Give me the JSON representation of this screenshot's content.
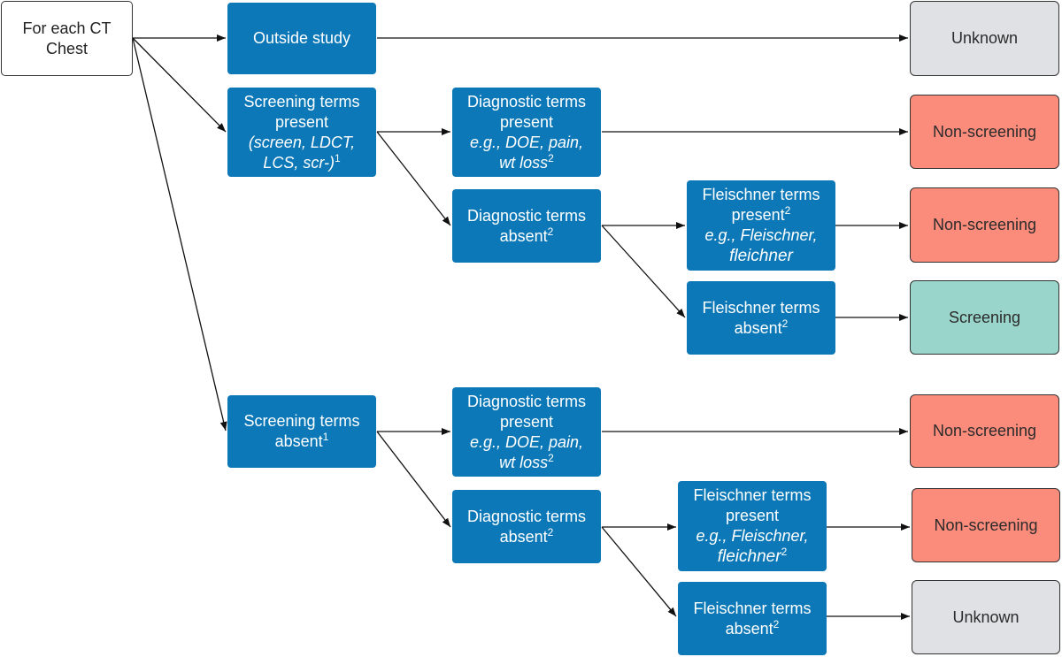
{
  "colors": {
    "process": "#0c78b7",
    "unknown": "#dfe1e4",
    "non_screening": "#fb8c7c",
    "screening": "#99d5ca"
  },
  "nodes": {
    "start": {
      "l1": "For each CT",
      "l2": "Chest"
    },
    "outside": {
      "l1": "Outside study"
    },
    "scr_present": {
      "l1": "Screening terms",
      "l2": "present",
      "l3": "(screen, LDCT,",
      "l4": "LCS, scr-)",
      "sup": "1"
    },
    "scr_absent": {
      "l1": "Screening terms",
      "l2": "absent",
      "sup": "1"
    },
    "diag_present_a": {
      "l1": "Diagnostic terms",
      "l2": "present",
      "l3": "e.g., DOE,  pain,",
      "l4": "wt loss",
      "sup": "2"
    },
    "diag_absent_a": {
      "l1": "Diagnostic terms",
      "l2": "absent",
      "sup": "2"
    },
    "fl_present_a": {
      "l1": "Fleischner terms",
      "l2": "present",
      "sup": "2",
      "l3": "e.g., Fleischner,",
      "l4": "fleichner"
    },
    "fl_absent_a": {
      "l1": "Fleischner terms",
      "l2": "absent",
      "sup": "2"
    },
    "diag_present_b": {
      "l1": "Diagnostic terms",
      "l2": "present",
      "l3": "e.g., DOE,  pain,",
      "l4": "wt loss",
      "sup": "2"
    },
    "diag_absent_b": {
      "l1": "Diagnostic terms",
      "l2": "absent",
      "sup": "2"
    },
    "fl_present_b": {
      "l1": "Fleischner terms",
      "l2": "present",
      "l3": "e.g., Fleischner,",
      "l4": "fleichner",
      "sup": "2"
    },
    "fl_absent_b": {
      "l1": "Fleischner terms",
      "l2": "absent",
      "sup": "2"
    },
    "out1": {
      "label": "Unknown"
    },
    "out2": {
      "label": "Non-screening"
    },
    "out3": {
      "label": "Non-screening"
    },
    "out4": {
      "label": "Screening"
    },
    "out5": {
      "label": "Non-screening"
    },
    "out6": {
      "label": "Non-screening"
    },
    "out7": {
      "label": "Unknown"
    }
  }
}
